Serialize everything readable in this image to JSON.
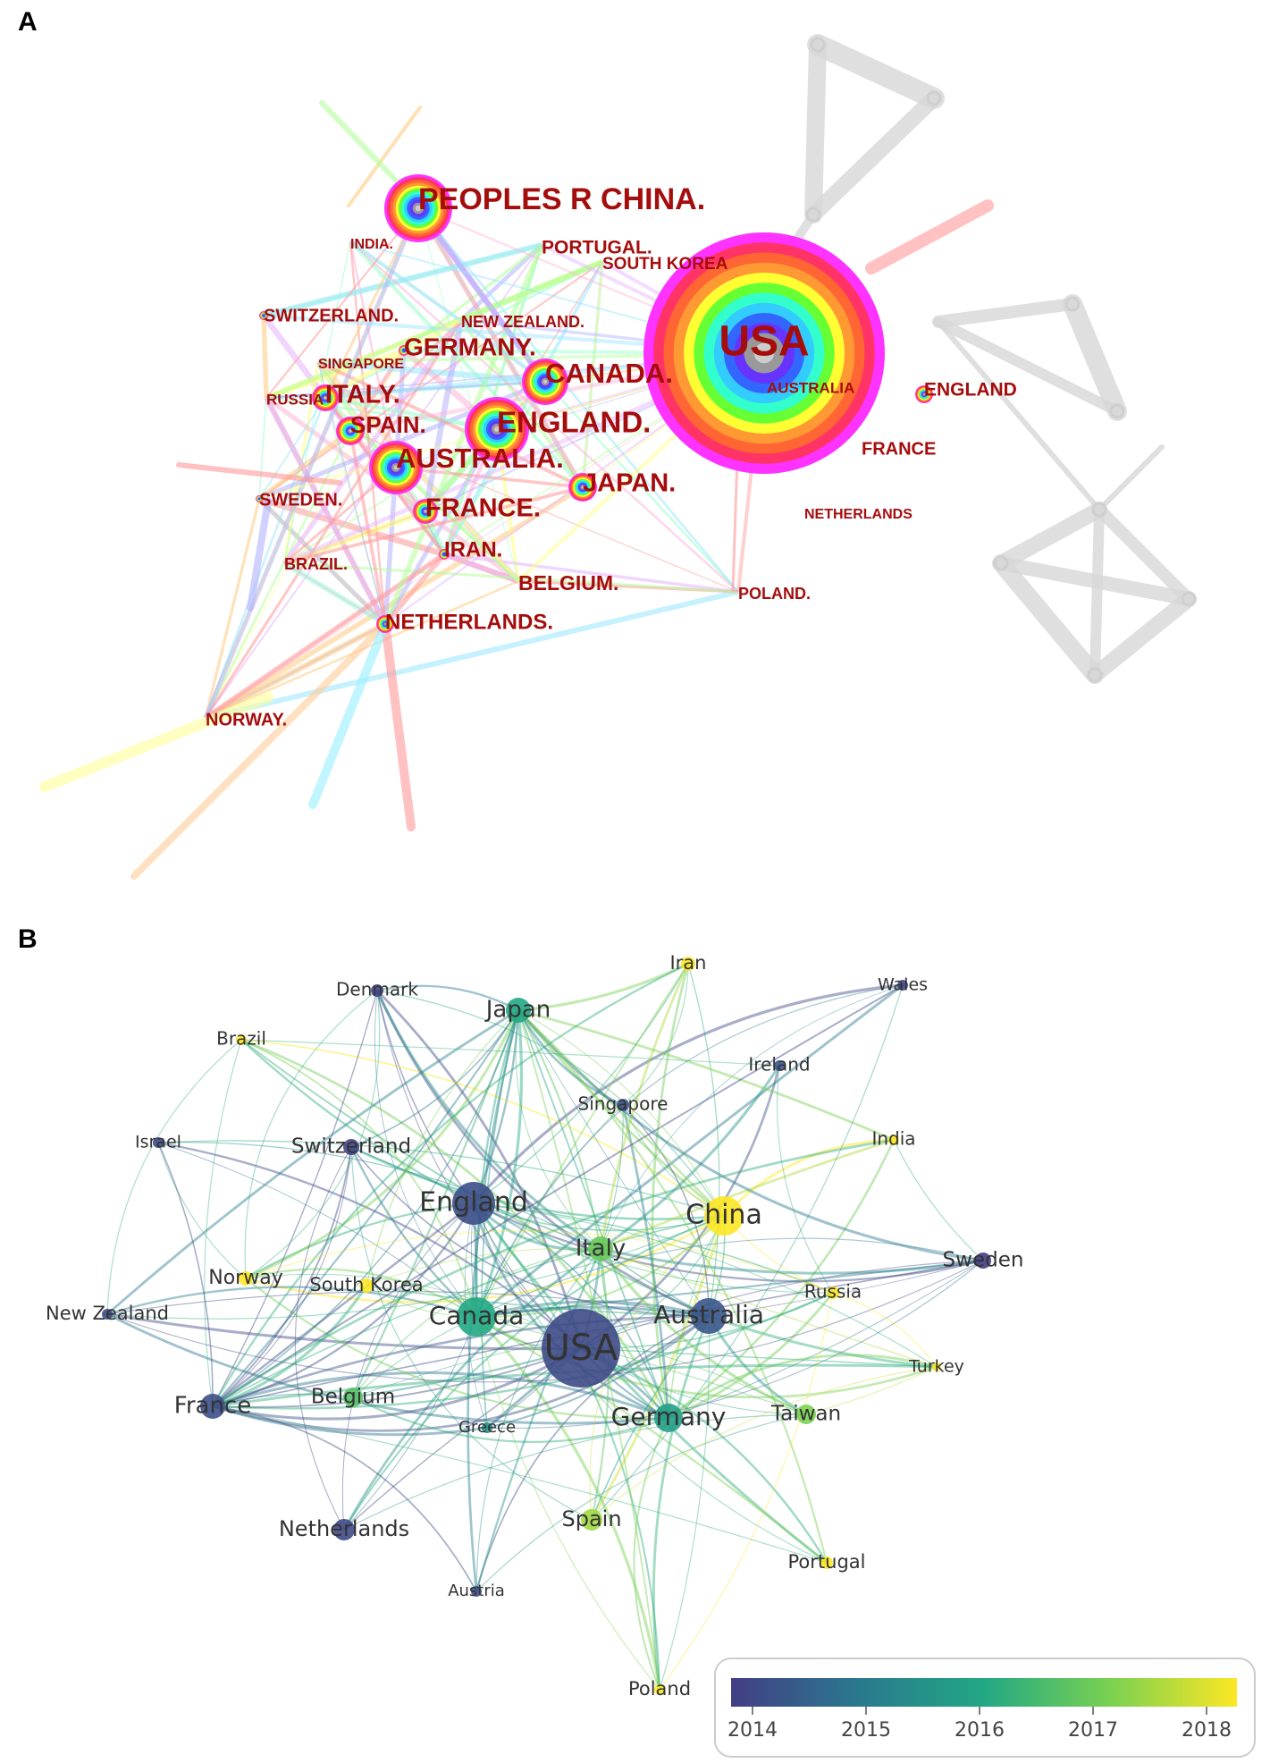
{
  "panels": {
    "a": {
      "label": "A"
    },
    "b": {
      "label": "B"
    }
  },
  "networkA": {
    "nodes": [
      {
        "id": "usa",
        "label": "USA",
        "size": "xl"
      },
      {
        "id": "china",
        "label": "PEOPLES R CHINA.",
        "size": "l"
      },
      {
        "id": "england",
        "label": "ENGLAND.",
        "size": "l"
      },
      {
        "id": "australia",
        "label": "AUSTRALIA.",
        "size": "l"
      },
      {
        "id": "canada",
        "label": "CANADA.",
        "size": "l"
      },
      {
        "id": "germany",
        "label": "GERMANY.",
        "size": "m"
      },
      {
        "id": "italy",
        "label": "ITALY.",
        "size": "m"
      },
      {
        "id": "spain",
        "label": "SPAIN.",
        "size": "m"
      },
      {
        "id": "japan",
        "label": "JAPAN.",
        "size": "m"
      },
      {
        "id": "france",
        "label": "FRANCE.",
        "size": "m"
      },
      {
        "id": "netherlands",
        "label": "NETHERLANDS.",
        "size": "m"
      },
      {
        "id": "iran",
        "label": "IRAN.",
        "size": "s"
      },
      {
        "id": "belgium",
        "label": "BELGIUM.",
        "size": "s"
      },
      {
        "id": "norway",
        "label": "NORWAY.",
        "size": "s"
      },
      {
        "id": "sweden",
        "label": "SWEDEN.",
        "size": "s"
      },
      {
        "id": "brazil",
        "label": "BRAZIL.",
        "size": "s"
      },
      {
        "id": "russia",
        "label": "RUSSIA",
        "size": "s"
      },
      {
        "id": "singapore",
        "label": "SINGAPORE",
        "size": "xs"
      },
      {
        "id": "switzerland",
        "label": "SWITZERLAND.",
        "size": "s"
      },
      {
        "id": "india",
        "label": "INDIA.",
        "size": "xs"
      },
      {
        "id": "portugal",
        "label": "PORTUGAL.",
        "size": "s"
      },
      {
        "id": "southkorea",
        "label": "SOUTH KOREA",
        "size": "s"
      },
      {
        "id": "newzealand",
        "label": "NEW ZEALAND.",
        "size": "xs"
      },
      {
        "id": "poland",
        "label": "POLAND.",
        "size": "s"
      },
      {
        "id": "england2",
        "label": "ENGLAND",
        "size": "s"
      },
      {
        "id": "france2",
        "label": "FRANCE",
        "size": "s"
      },
      {
        "id": "netherlands2",
        "label": "NETHERLANDS",
        "size": "xs"
      },
      {
        "id": "australia2",
        "label": "AUSTRALIA",
        "size": "xs"
      }
    ]
  },
  "networkB": {
    "nodes": [
      {
        "id": "usa",
        "label": "USA",
        "year": 2014.2
      },
      {
        "id": "england",
        "label": "England",
        "year": 2014.3
      },
      {
        "id": "china",
        "label": "China",
        "year": 2018.0
      },
      {
        "id": "canada",
        "label": "Canada",
        "year": 2016.0
      },
      {
        "id": "australia",
        "label": "Australia",
        "year": 2014.4
      },
      {
        "id": "germany",
        "label": "Germany",
        "year": 2015.8
      },
      {
        "id": "italy",
        "label": "Italy",
        "year": 2016.8
      },
      {
        "id": "japan",
        "label": "Japan",
        "year": 2016.0
      },
      {
        "id": "france",
        "label": "France",
        "year": 2014.3
      },
      {
        "id": "netherlands",
        "label": "Netherlands",
        "year": 2014.2
      },
      {
        "id": "spain",
        "label": "Spain",
        "year": 2017.3
      },
      {
        "id": "taiwan",
        "label": "Taiwan",
        "year": 2017.0
      },
      {
        "id": "belgium",
        "label": "Belgium",
        "year": 2016.6
      },
      {
        "id": "sweden",
        "label": "Sweden",
        "year": 2014.0
      },
      {
        "id": "switzerland",
        "label": "Switzerland",
        "year": 2014.1
      },
      {
        "id": "southkorea",
        "label": "South Korea",
        "year": 2018.0
      },
      {
        "id": "norway",
        "label": "Norway",
        "year": 2018.0
      },
      {
        "id": "newzealand",
        "label": "New Zealand",
        "year": 2014.2
      },
      {
        "id": "israel",
        "label": "Israel",
        "year": 2014.2
      },
      {
        "id": "brazil",
        "label": "Brazil",
        "year": 2018.0
      },
      {
        "id": "denmark",
        "label": "Denmark",
        "year": 2014.1
      },
      {
        "id": "iran",
        "label": "Iran",
        "year": 2018.0
      },
      {
        "id": "wales",
        "label": "Wales",
        "year": 2014.1
      },
      {
        "id": "ireland",
        "label": "Ireland",
        "year": 2014.4
      },
      {
        "id": "singapore",
        "label": "Singapore",
        "year": 2014.4
      },
      {
        "id": "india",
        "label": "India",
        "year": 2018.0
      },
      {
        "id": "russia",
        "label": "Russia",
        "year": 2018.0
      },
      {
        "id": "turkey",
        "label": "Turkey",
        "year": 2018.0
      },
      {
        "id": "greece",
        "label": "Greece",
        "year": 2015.5
      },
      {
        "id": "portugal",
        "label": "Portugal",
        "year": 2018.0
      },
      {
        "id": "austria",
        "label": "Austria",
        "year": 2014.3
      },
      {
        "id": "poland",
        "label": "Poland",
        "year": 2018.0
      }
    ],
    "colorbar": {
      "ticks": [
        "2014",
        "2015",
        "2016",
        "2017",
        "2018"
      ],
      "colors": [
        "#433e85",
        "#2a788e",
        "#22a884",
        "#7ad151",
        "#fde725"
      ]
    }
  }
}
